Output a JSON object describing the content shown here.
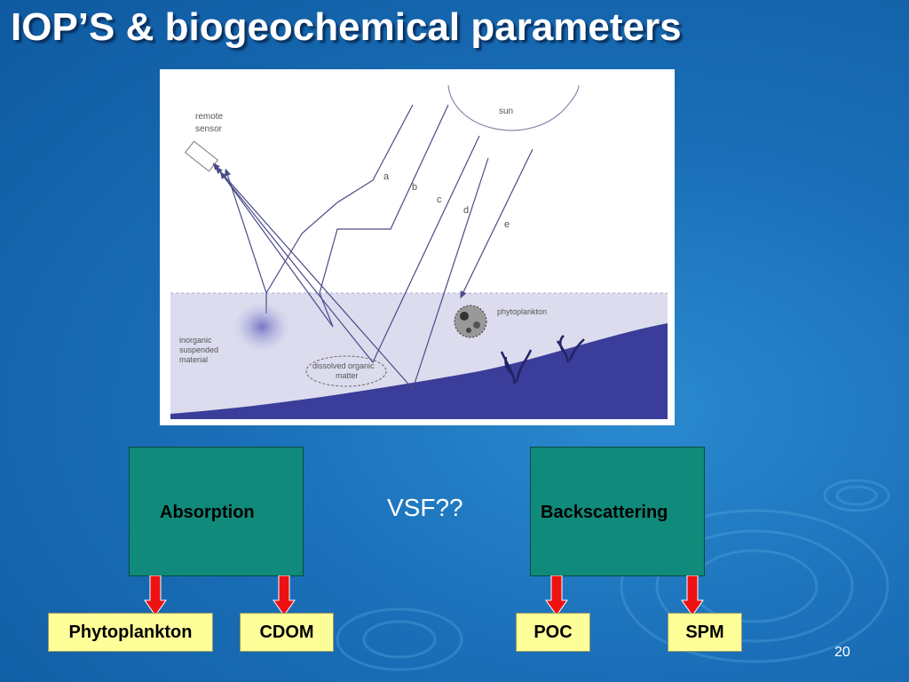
{
  "slide": {
    "title": "IOP’S & biogeochemical parameters",
    "page_number": "20"
  },
  "figure": {
    "labels": {
      "remote_sensor_line1": "remote",
      "remote_sensor_line2": "sensor",
      "sun": "sun",
      "ray_a": "a",
      "ray_b": "b",
      "ray_c": "c",
      "ray_d": "d",
      "ray_e": "e",
      "phytoplankton": "phytoplankton",
      "inorganic_line1": "inorganic",
      "inorganic_line2": "suspended",
      "inorganic_line3": "material",
      "dom_line1": "dissolved organic",
      "dom_line2": "matter"
    }
  },
  "diagram": {
    "absorption": "Absorption",
    "backscattering": "Backscattering",
    "vsf": "VSF??",
    "phytoplankton": "Phytoplankton",
    "cdom": "CDOM",
    "poc": "POC",
    "spm": "SPM"
  },
  "colors": {
    "box_fill": "#108a7a",
    "leaf_fill": "#ffff99",
    "arrow_fill": "#ee1111",
    "water_light": "#dcdcee",
    "seabed": "#3a3d99"
  }
}
